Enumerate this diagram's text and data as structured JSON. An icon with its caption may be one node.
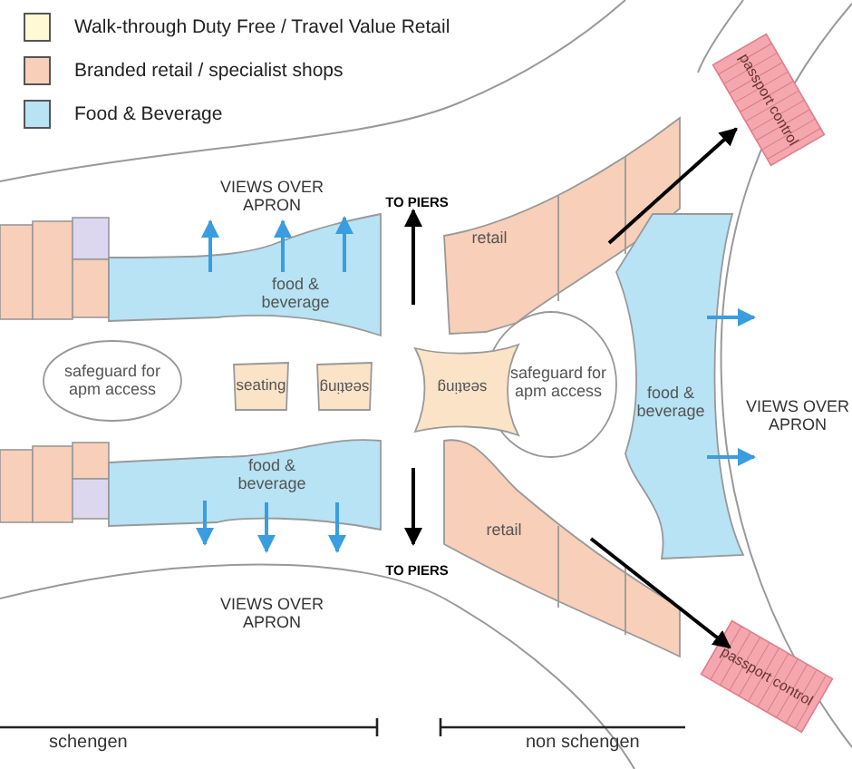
{
  "diagram": {
    "nodes": [
      {
        "text": [
          "passport control"
        ]
      },
      {
        "text": [
          "food & beverage"
        ]
      },
      {
        "text": [
          "retail"
        ]
      },
      {
        "text": [
          "food & beverage"
        ]
      },
      {
        "text": [
          "safeguard for apm access"
        ]
      },
      {
        "text": [
          "seating"
        ]
      },
      {
        "text": [
          "seating"
        ]
      },
      {
        "text": [
          "seating"
        ]
      },
      {
        "text": [
          "safeguard for apm access"
        ]
      },
      {
        "text": [
          "food & beverage"
        ]
      },
      {
        "text": [
          "retail"
        ]
      },
      {
        "text": [
          "passport control"
        ]
      }
    ],
    "edges": [
      {
        "from": 2,
        "to": 0,
        "arrow": "to"
      },
      {
        "from": 10,
        "to": 11,
        "arrow": "to"
      }
    ],
    "labels": [
      "VIEWS OVER APRON",
      "TO PIERS",
      "VIEWS OVER APRON",
      "TO PIERS",
      "VIEWS OVER APRON",
      "schengen",
      "non schengen"
    ],
    "legend": [
      {
        "text": "Walk-through Duty Free / Travel Value Retail",
        "color": "#fff9d6"
      },
      {
        "text": "Branded retail / specialist shops",
        "color": "#f8cfb9"
      },
      {
        "text": "Food & Beverage",
        "color": "#b7e3f4"
      }
    ]
  }
}
